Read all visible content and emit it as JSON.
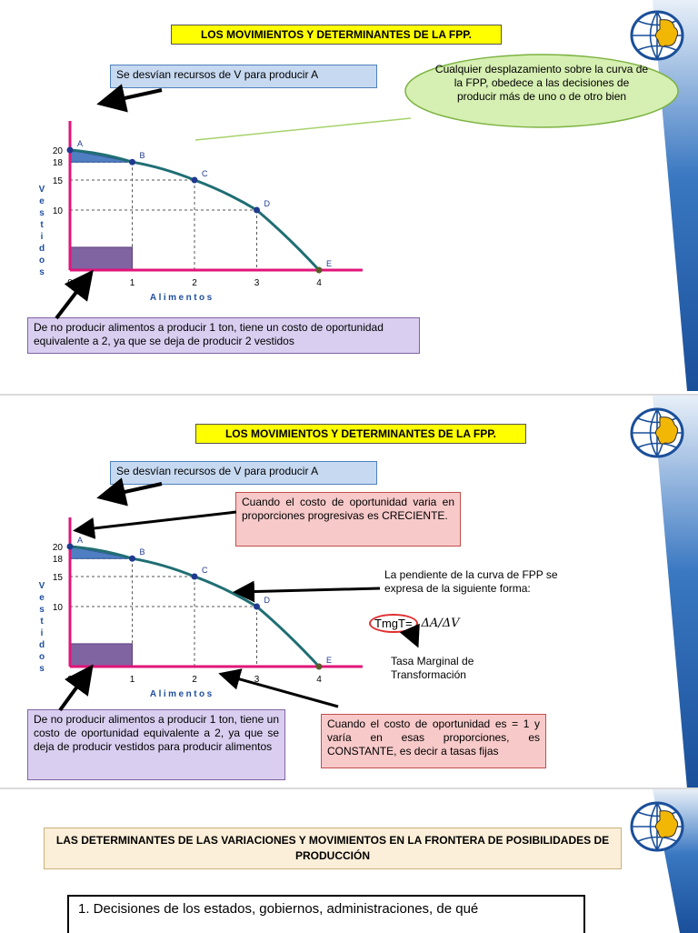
{
  "colors": {
    "axis": "#e0157a",
    "curve": "#1f6e73",
    "point": "#1f3a8f",
    "axis_label": "#1f4e9e",
    "band": "#1f5aa6",
    "title_bg": "#ffff00"
  },
  "icons": [
    "globe-logo-icon",
    "arrow-icon"
  ],
  "slide1": {
    "title": "LOS MOVIMIENTOS Y DETERMINANTES DE  LA FPP.",
    "note_top": "Se desvían recursos de V para producir A",
    "bubble": "Cualquier desplazamiento sobre la curva de la FPP, obedece a las decisiones de producir más de uno o de otro bien",
    "note_bottom": "De no producir alimentos a producir 1 ton, tiene un costo de oportunidad equivalente a 2, ya que se deja de producir 2 vestidos"
  },
  "slide2": {
    "title": "LOS MOVIMIENTOS Y DETERMINANTES DE  LA FPP.",
    "note_top": "Se desvían recursos de V para producir A",
    "note_creciente": "Cuando el costo de oportunidad  varia en proporciones progresivas es CRECIENTE.",
    "slope_text": "La pendiente de la curva de FPP se expresa de la siguiente forma:",
    "tmgt_label": "TmgT=",
    "tmgt_formula": "ΔA/ΔV",
    "tmgt_meaning": "Tasa Marginal de Transformación",
    "note_bottom": "De no producir alimentos a producir 1 ton, tiene un costo de oportunidad equivalente a 2, ya que se deja de producir vestidos para producir alimentos",
    "note_constante": "Cuando el costo de oportunidad  es = 1 y varía en esas proporciones, es CONSTANTE, es decir a tasas fijas"
  },
  "slide3": {
    "determinantes_title": "LAS DETERMINANTES DE LAS VARIACIONES Y MOVIMIENTOS EN  LA FRONTERA DE POSIBILIDADES DE PRODUCCIÓN",
    "list_item_1": "1.  Decisiones de  los estados, gobiernos, administraciones, de qué"
  },
  "chart_data": [
    {
      "type": "line",
      "xlabel": "Alimentos",
      "ylabel": "Vestidos",
      "x_ticks": [
        "0",
        "1",
        "2",
        "3",
        "4"
      ],
      "y_ticks": [
        "20",
        "18",
        "15",
        "10"
      ],
      "xlim": [
        0,
        4.7
      ],
      "ylim": [
        0,
        20
      ],
      "grid": false,
      "series": [
        {
          "points": [
            {
              "label": "A",
              "x": 0,
              "y": 20
            },
            {
              "label": "B",
              "x": 1,
              "y": 18
            },
            {
              "label": "C",
              "x": 2,
              "y": 15
            },
            {
              "label": "D",
              "x": 3,
              "y": 10
            },
            {
              "label": "E",
              "x": 4,
              "y": 0
            }
          ]
        }
      ]
    },
    {
      "type": "line",
      "xlabel": "Alimentos",
      "ylabel": "Vestidos",
      "x_ticks": [
        "0",
        "1",
        "2",
        "3",
        "4"
      ],
      "y_ticks": [
        "20",
        "18",
        "15",
        "10"
      ],
      "xlim": [
        0,
        4.7
      ],
      "ylim": [
        0,
        20
      ],
      "grid": false,
      "series": [
        {
          "points": [
            {
              "label": "A",
              "x": 0,
              "y": 20
            },
            {
              "label": "B",
              "x": 1,
              "y": 18
            },
            {
              "label": "C",
              "x": 2,
              "y": 15
            },
            {
              "label": "D",
              "x": 3,
              "y": 10
            },
            {
              "label": "E",
              "x": 4,
              "y": 0
            }
          ]
        }
      ]
    }
  ]
}
